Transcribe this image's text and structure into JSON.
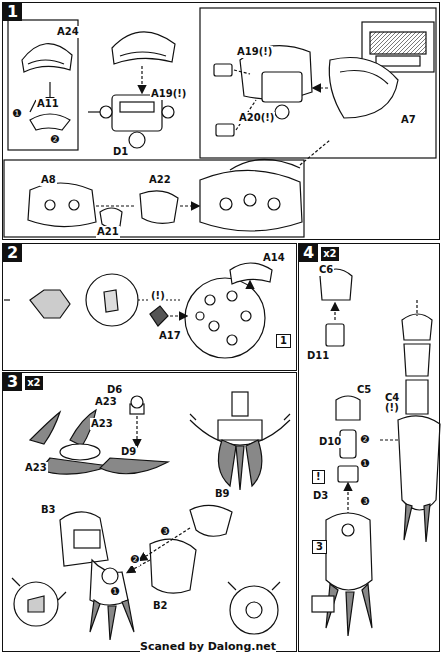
{
  "diagram": {
    "nodes": [
      {
        "text": [
          "1"
        ]
      },
      {
        "text": [
          "2"
        ]
      },
      {
        "text": [
          "3",
          "x2"
        ]
      },
      {
        "text": [
          "4",
          "x2"
        ]
      }
    ],
    "labels": [
      "A24",
      "❶",
      "A11",
      "❷",
      "A19(!)",
      "D1",
      "A19(!)",
      "A20(!)",
      "A7",
      "A8",
      "A22",
      "A21",
      "A14",
      "(!)",
      "A17",
      "1",
      "D6",
      "A23",
      "A23",
      "A23",
      "D9",
      "B3",
      "B9",
      "B2",
      "❸",
      "❷",
      "❶",
      "C6",
      "D11",
      "C5",
      "C4",
      "(!)",
      "D10",
      "!",
      "D3",
      "3",
      "❷",
      "❶",
      "❸",
      "Scaned by Dalong.net"
    ]
  }
}
